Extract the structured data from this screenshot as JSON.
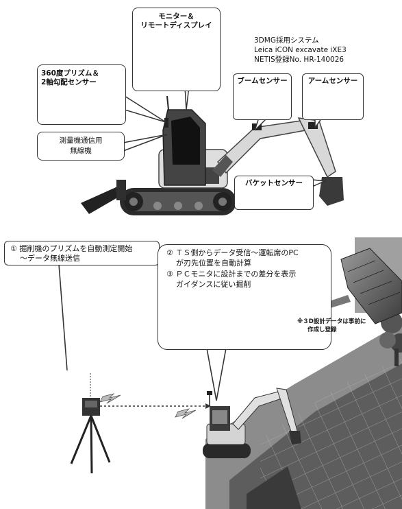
{
  "top_panel": {
    "monitor_callout": {
      "line1": "モニター＆",
      "line2": "リモートディスプレイ"
    },
    "prism_callout": {
      "line1": "360度プリズム＆",
      "line2": "2軸勾配センサー"
    },
    "radio_callout": {
      "line1": "測量機通信用",
      "line2": "無線機"
    },
    "system_info": {
      "line1": "3DMG採用システム",
      "line2": "Leica iCON excavate iXE3",
      "line3": "NETIS登録No. HR-140026"
    },
    "boom_sensor_label": "ブームセンサー",
    "arm_sensor_label": "アームセンサー",
    "bucket_sensor_label": "バケットセンサー"
  },
  "bottom_panel": {
    "step1": {
      "line1": "① 掘削機のプリズムを自動測定開始",
      "line2": "～データ無線送信"
    },
    "step2": {
      "line1": "② ＴＳ側からデータ受信～運転席のPC",
      "line2": "が刃先位置を自動計算"
    },
    "step3": {
      "line1": "③ ＰＣモニタに設計までの差分を表示",
      "line2": "ガイダンスに従い掘削"
    },
    "design_note": {
      "line1": "※３D設計データは事前に",
      "line2": "作成し登録"
    }
  },
  "colors": {
    "outline": "#333333",
    "machine_dark": "#3a3a3a",
    "machine_light": "#d8d8d8",
    "terrain": "#8a8a8a"
  }
}
